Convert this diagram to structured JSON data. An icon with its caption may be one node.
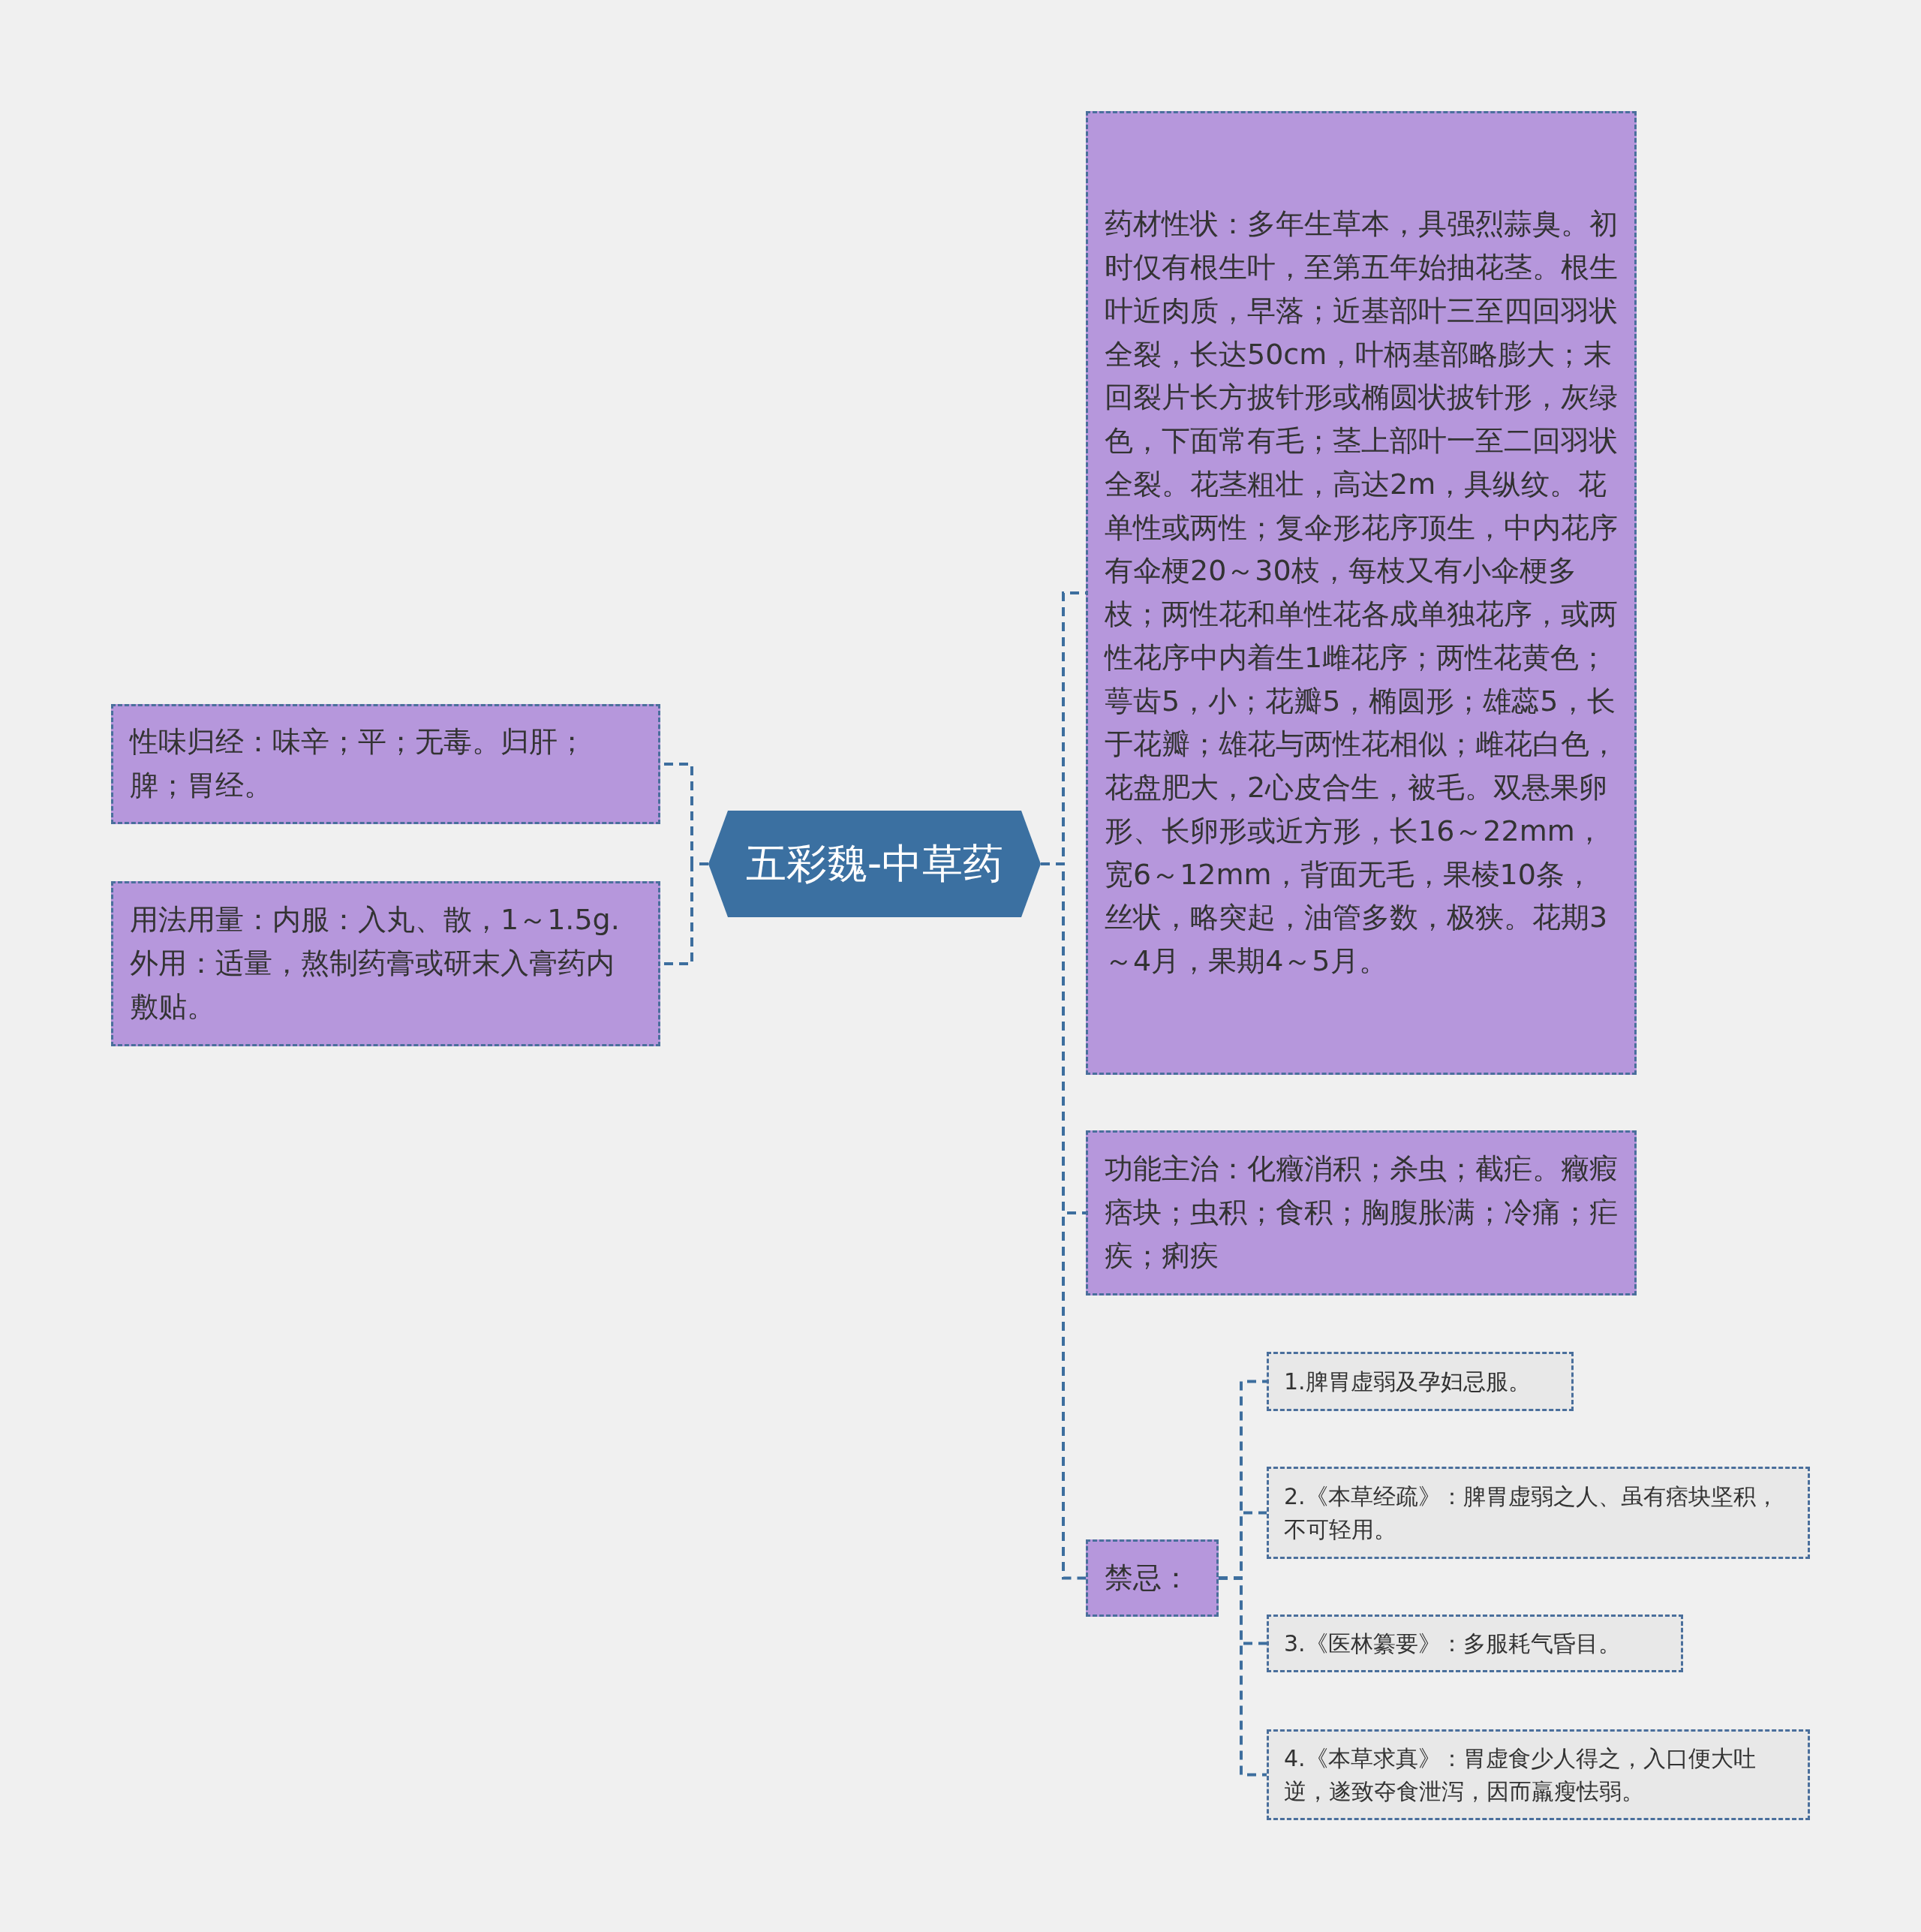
{
  "diagram": {
    "nodes": [
      {
        "text": [
          "五彩魏-中草药"
        ]
      },
      {
        "text": [
          "性味归经：味辛；平；无毒。归肝；脾；胃经。"
        ]
      },
      {
        "text": [
          "用法用量：内服：入丸、散，1～1.5g.外用：适量，熬制药膏或研末入膏药内敷贴。"
        ]
      },
      {
        "text": [
          "药材性状：多年生草本，具强烈蒜臭。初时仅有根生叶，至第五年始抽花茎。根生叶近肉质，早落；近基部叶三至四回羽状全裂，长达50cm，叶柄基部略膨大；末回裂片长方披针形或椭圆状披针形，灰绿色，下面常有毛；茎上部叶一至二回羽状全裂。花茎粗壮，高达2m，具纵纹。花单性或两性；复伞形花序顶生，中内花序有伞梗20～30枝，每枝又有小伞梗多枝；两性花和单性花各成单独花序，或两性花序中内着生1雌花序；两性花黄色；萼齿5，小；花瓣5，椭圆形；雄蕊5，长于花瓣；雄花与两性花相似；雌花白色，花盘肥大，2心皮合生，被毛。双悬果卵形、长卵形或近方形，长16～22mm，宽6～12mm，背面无毛，果棱10条，丝状，略突起，油管多数，极狭。花期3～4月，果期4～5月。"
        ]
      },
      {
        "text": [
          "功能主治：化癥消积；杀虫；截疟。癥瘕痞块；虫积；食积；胸腹胀满；冷痛；疟疾；痢疾"
        ]
      },
      {
        "text": [
          "禁忌："
        ]
      },
      {
        "text": [
          "1.脾胃虚弱及孕妇忌服。"
        ]
      },
      {
        "text": [
          "2.《本草经疏》：脾胃虚弱之人、虽有痞块坚积，不可轻用。"
        ]
      },
      {
        "text": [
          "3.《医林纂要》：多服耗气昏目。"
        ]
      },
      {
        "text": [
          "4.《本草求真》：胃虚食少人得之，入口便大吐逆，遂致夺食泄泻，因而羸瘦怯弱。"
        ]
      }
    ],
    "edges": [
      {
        "from": 0,
        "to": 1,
        "arrow": "none"
      },
      {
        "from": 0,
        "to": 2,
        "arrow": "none"
      },
      {
        "from": 0,
        "to": 3,
        "arrow": "none"
      },
      {
        "from": 0,
        "to": 4,
        "arrow": "none"
      },
      {
        "from": 0,
        "to": 5,
        "arrow": "none"
      },
      {
        "from": 5,
        "to": 6,
        "arrow": "none"
      },
      {
        "from": 5,
        "to": 7,
        "arrow": "none"
      },
      {
        "from": 5,
        "to": 8,
        "arrow": "none"
      },
      {
        "from": 5,
        "to": 9,
        "arrow": "none"
      }
    ]
  }
}
